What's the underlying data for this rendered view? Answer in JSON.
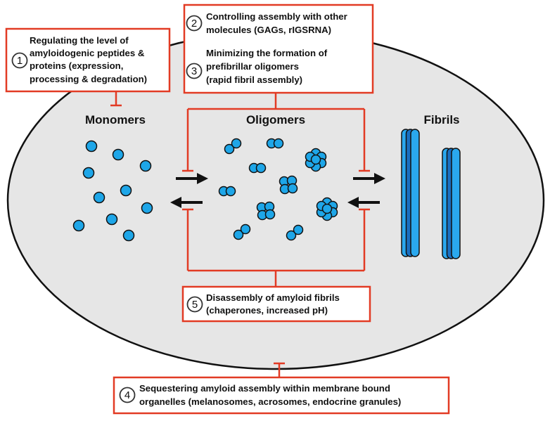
{
  "colors": {
    "cell_fill": "#e6e6e6",
    "cell_stroke": "#111111",
    "inhibitor": "#e23b24",
    "monomer": "#1ea6e8",
    "fibril_light": "#2aa8ee",
    "fibril_dark": "#1a6fc0",
    "arrow": "#111111"
  },
  "stages": {
    "monomers": "Monomers",
    "oligomers": "Oligomers",
    "fibrils": "Fibrils"
  },
  "steps": [
    {
      "num": "1",
      "lines": [
        "Regulating the level of",
        "amyloidogenic peptides &",
        "proteins (expression,",
        "processing & degradation)"
      ]
    },
    {
      "num": "2",
      "lines": [
        "Controlling assembly with other",
        "molecules (GAGs, rIGSRNA)"
      ]
    },
    {
      "num": "3",
      "lines": [
        "Minimizing the formation of",
        "prefibrillar oligomers",
        "(rapid fibril assembly)"
      ]
    },
    {
      "num": "4",
      "lines": [
        "Sequestering amyloid assembly within membrane bound",
        "organelles (melanosomes, acrosomes, endocrine granules)"
      ]
    },
    {
      "num": "5",
      "lines": [
        "Disassembly of amyloid fibrils",
        "(chaperones, increased pH)"
      ]
    }
  ],
  "icons": [
    "forward-arrow-icon",
    "reverse-arrow-icon",
    "inhibition-bar-icon",
    "monomer-icon",
    "oligomer-icon",
    "fibril-icon"
  ]
}
